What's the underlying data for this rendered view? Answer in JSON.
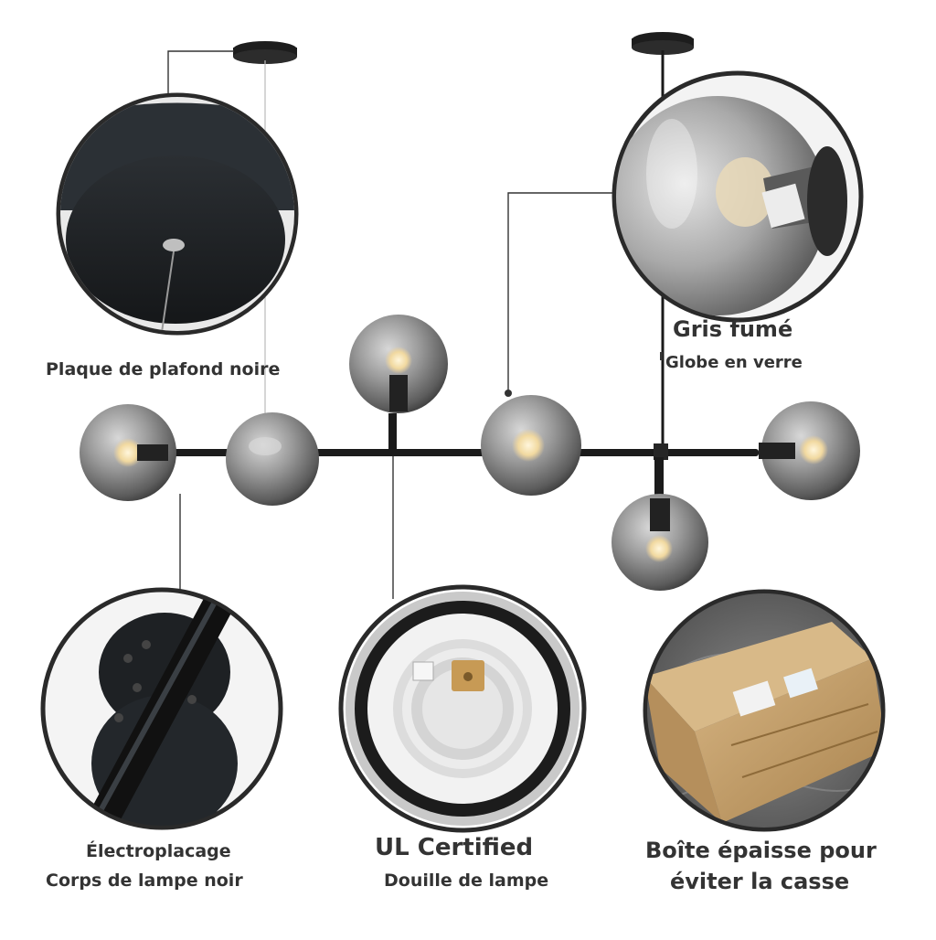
{
  "captions": {
    "plaque": "Plaque de plafond noire",
    "gris_fume": "Gris fumé",
    "globe": "Globe en verre",
    "electroplacage": "Électroplacage",
    "corps": "Corps de lampe noir",
    "ul": "UL Certified",
    "douille": "Douille de lampe",
    "boite_line1": "Boîte épaisse pour",
    "boite_line2": "éviter la casse"
  },
  "colors": {
    "background": "#ffffff",
    "text": "#333333",
    "metal_black": "#1c1c1c",
    "smoke_glass": "#8e8e8e",
    "cardboard": "#c9a574",
    "marble": "#6b6b6b"
  }
}
